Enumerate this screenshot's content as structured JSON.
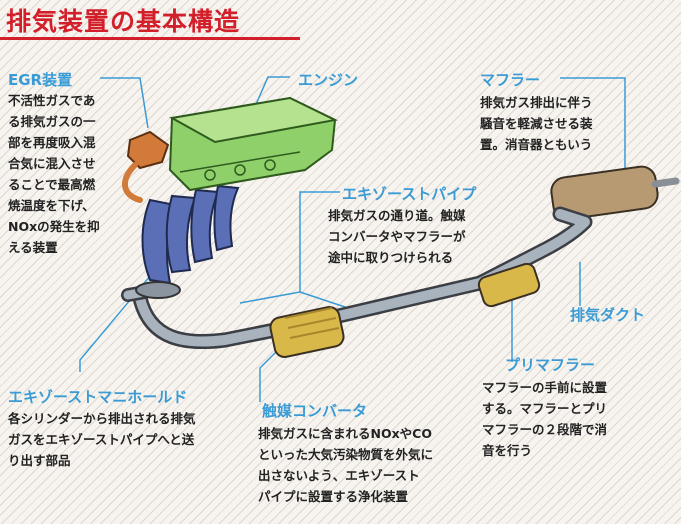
{
  "title": "排気装置の基本構造",
  "labels": {
    "egr": {
      "heading": "EGR装置",
      "text": "不活性ガスであ\nる排気ガスの一\n部を再度吸入混\n合気に混入させ\nることで最高燃\n焼温度を下げ、\nNOxの発生を抑\nえる装置"
    },
    "engine": {
      "heading": "エンジン"
    },
    "muffler": {
      "heading": "マフラー",
      "text": "排気ガス排出に伴う\n騒音を軽減させる装\n置。消音器ともいう"
    },
    "exhaust_pipe": {
      "heading": "エキゾーストパイプ",
      "text": "排気ガスの通り道。触媒\nコンバータやマフラーが\n途中に取りつけられる"
    },
    "exhaust_duct": {
      "heading": "排気ダクト"
    },
    "premuffler": {
      "heading": "プリマフラー",
      "text": "マフラーの手前に設置\nする。マフラーとプリ\nマフラーの２段階で消\n音を行う"
    },
    "manifold": {
      "heading": "エキゾーストマニホールド",
      "text": "各シリンダーから排出される排気\nガスをエキゾーストパイプへと送\nり出す部品"
    },
    "catalytic": {
      "heading": "触媒コンバータ",
      "text": "排気ガスに含まれるNOxやCO\nといった大気汚染物質を外気に\n出さないよう、エキゾースト\nパイプに設置する浄化装置"
    }
  },
  "colors": {
    "title": "#d21f2a",
    "heading": "#3a9bd5",
    "engine": "#8fd06a",
    "manifold": "#5a6fb5",
    "pipe": "#a9b3bd",
    "converter": "#d9b84a",
    "muffler": "#b79a72"
  }
}
